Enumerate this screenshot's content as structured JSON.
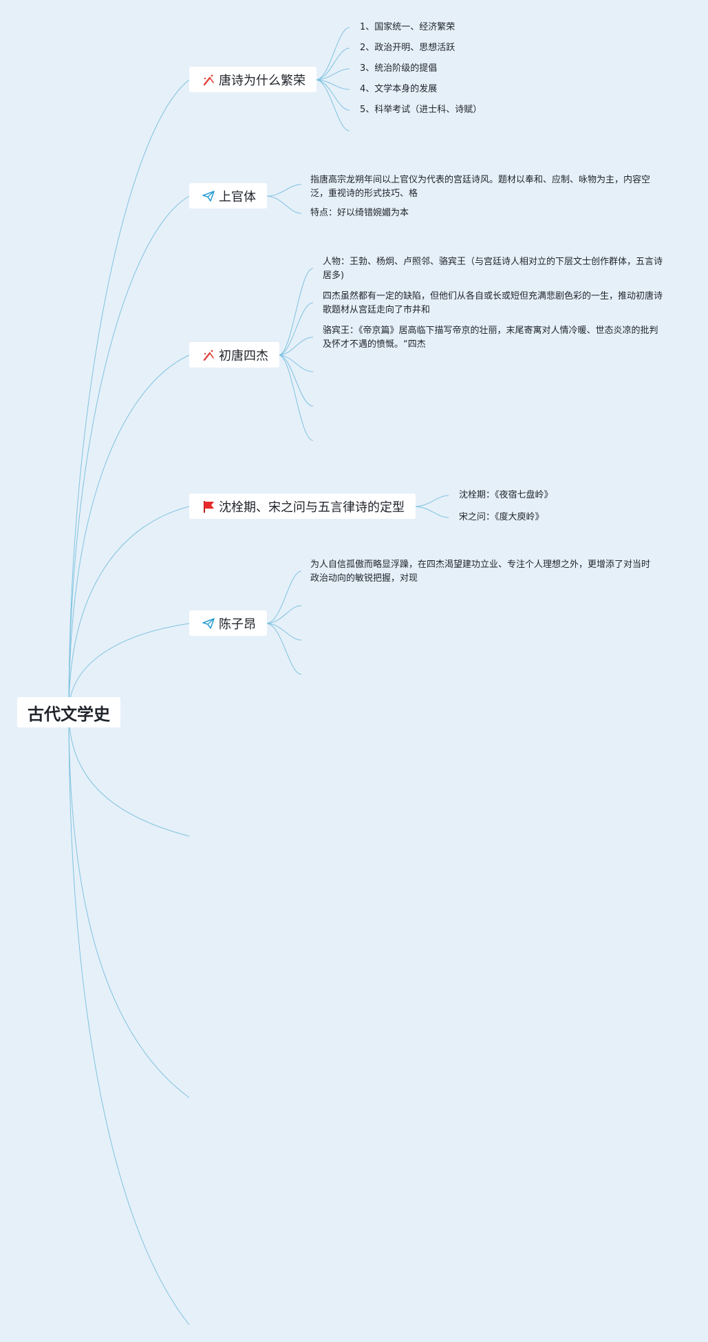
{
  "root": {
    "label": "古代文学史"
  },
  "branches": [
    {
      "label": "唐诗为什么繁荣",
      "icon": "magic-wand-icon",
      "leaves": [
        "1、国家统一、经济繁荣",
        "2、政治开明、思想活跃",
        "3、统治阶级的提倡",
        "4、文学本身的发展",
        "5、科举考试（进士科、诗赋）"
      ]
    },
    {
      "label": "上官体",
      "icon": "paper-plane-icon",
      "leaves": [
        "指唐高宗龙朔年间以上官仪为代表的宫廷诗风。题材以奉和、应制、咏物为主，内容空泛，重视诗的形式技巧、格",
        "特点：好以绮错婉媚为本"
      ]
    },
    {
      "label": "初唐四杰",
      "icon": "magic-wand-icon",
      "leaves": [
        "人物：王勃、杨炯、卢照邻、骆宾王（与宫廷诗人相对立的下层文士创作群体，五言诗居多)",
        "四杰虽然都有一定的缺陷，但他们从各自或长或短但充满悲剧色彩的一生，推动初唐诗歌题材从宫廷走向了市井和",
        "骆宾王：《帝京篇》居高临下描写帝京的壮丽，末尾寄寓对人情冷暖、世态炎凉的批判及怀才不遇的愤慨。“四杰"
      ]
    },
    {
      "label": "沈栓期、宋之问与五言律诗的定型",
      "icon": "red-flag-icon",
      "leaves": [
        "沈栓期：《夜宿七盘岭》",
        "宋之问：《度大庾岭》"
      ]
    },
    {
      "label": "陈子昂",
      "icon": "paper-plane-icon",
      "leaves": [
        "为人自信孤傲而略显浮躁，在四杰渴望建功立业、专注个人理想之外，更增添了对当时政治动向的敏锐把握，对现"
      ]
    }
  ],
  "colors": {
    "background": "#e6f0f9",
    "connector": "#7ec2df",
    "node_fill": "#ffffff",
    "wand": "#e0413b",
    "plane": "#2b9ed4",
    "flag": "#e8292a"
  }
}
